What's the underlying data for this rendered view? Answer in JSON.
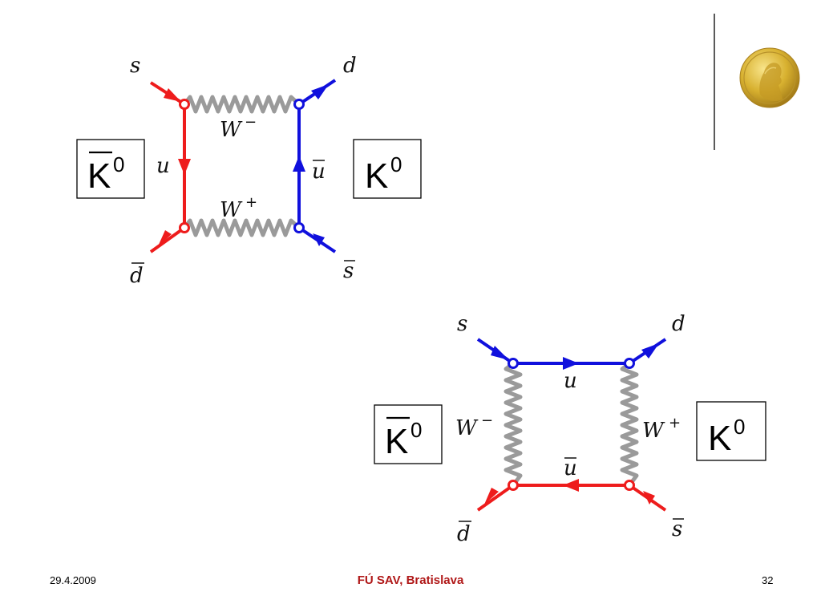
{
  "diagram_top": {
    "labels": {
      "s": "s",
      "d": "d",
      "dbar": "d",
      "sbar": "s",
      "u": "u",
      "ubar": "u",
      "w_minus": "W",
      "w_minus_sup": "−",
      "w_plus": "W",
      "w_plus_sup": "+"
    },
    "left_box": {
      "letter": "K",
      "sup": "0"
    },
    "right_box": {
      "letter": "K",
      "sup": "0"
    }
  },
  "diagram_bottom": {
    "labels": {
      "s": "s",
      "d": "d",
      "dbar": "d",
      "sbar": "s",
      "u": "u",
      "ubar": "u",
      "w_minus": "W",
      "w_minus_sup": "−",
      "w_plus": "W",
      "w_plus_sup": "+"
    },
    "left_box": {
      "letter": "K",
      "sup": "0"
    },
    "right_box": {
      "letter": "K",
      "sup": "0"
    }
  },
  "colors": {
    "red": "#ee1c1c",
    "blue": "#1010dd",
    "gray": "#9a9a9a",
    "gold": "#d8b130"
  },
  "footer": {
    "date": "29.4.2009",
    "center": "FÚ SAV, Bratislava",
    "page": "32"
  }
}
